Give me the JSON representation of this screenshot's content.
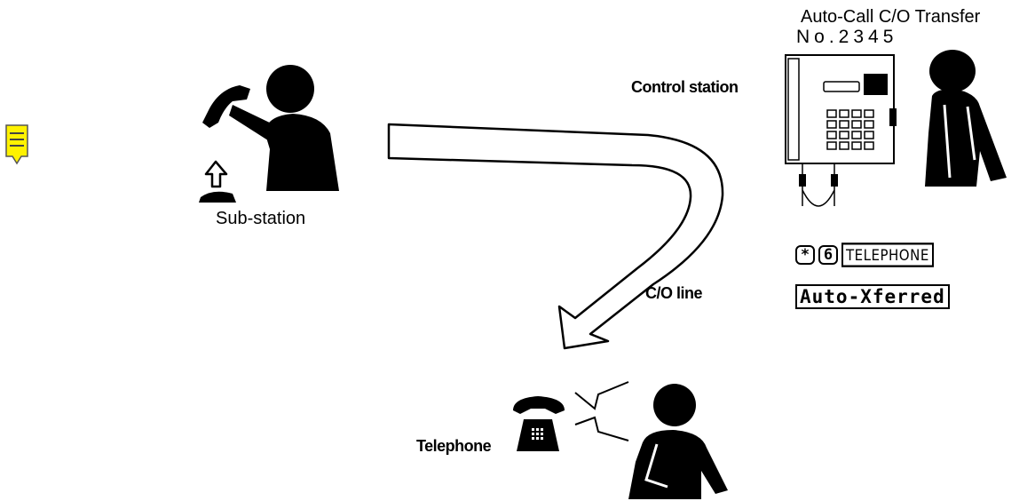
{
  "header": {
    "title": "Auto-Call C/O Transfer",
    "number": "No.2345"
  },
  "stations": {
    "control": "Control station",
    "sub": "Sub-station",
    "telephone": "Telephone"
  },
  "lines": {
    "co_line": "C/O line"
  },
  "display": {
    "key_star": "*",
    "key_6": "6",
    "telephone_text": "TELEPHONE",
    "transferred_text": "Auto-Xferred"
  }
}
